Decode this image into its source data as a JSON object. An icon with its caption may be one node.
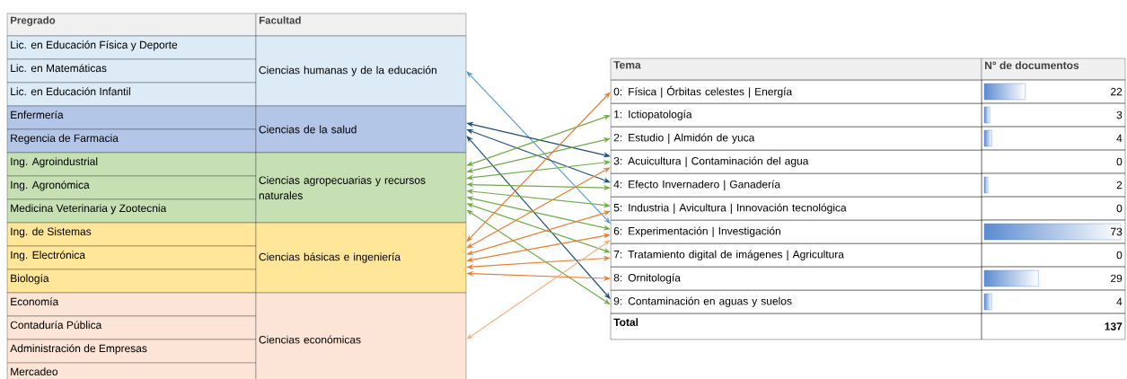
{
  "diagram": {
    "nodes": [
      {
        "text": [
          "Ciencias humanas y de la educación"
        ]
      },
      {
        "text": [
          "Ciencias de la salud"
        ]
      },
      {
        "text": [
          "Ciencias agropecuarias y recursos naturales"
        ]
      },
      {
        "text": [
          "Ciencias básicas e ingeniería"
        ]
      },
      {
        "text": [
          "Ciencias económicas"
        ]
      },
      {
        "text": [
          "0: Física | Órbitas celestes | Energía"
        ]
      },
      {
        "text": [
          "1: Ictiopatología"
        ]
      },
      {
        "text": [
          "2: Estudio | Almidón de yuca"
        ]
      },
      {
        "text": [
          "3: Acuicultura | Contaminación del agua"
        ]
      },
      {
        "text": [
          "4: Efecto Invernadero | Ganadería"
        ]
      },
      {
        "text": [
          "5: Industria | Avicultura | Innovación tecnológica"
        ]
      },
      {
        "text": [
          "6: Experimentación | Investigación"
        ]
      },
      {
        "text": [
          "7: Tratamiento digital de imágenes | Agricultura"
        ]
      },
      {
        "text": [
          "8: Ornitología"
        ]
      },
      {
        "text": [
          "9: Contaminación en aguas y suelos"
        ]
      }
    ],
    "edges": [
      {
        "from": 0,
        "to": 11,
        "arrow": "both",
        "color": "#5b9bd5"
      },
      {
        "from": 1,
        "to": 8,
        "arrow": "both",
        "color": "#1f4e79"
      },
      {
        "from": 1,
        "to": 9,
        "arrow": "both",
        "color": "#1f4e79"
      },
      {
        "from": 1,
        "to": 14,
        "arrow": "both",
        "color": "#1f4e79"
      },
      {
        "from": 2,
        "to": 6,
        "arrow": "both",
        "color": "#70ad47"
      },
      {
        "from": 2,
        "to": 7,
        "arrow": "both",
        "color": "#70ad47"
      },
      {
        "from": 2,
        "to": 8,
        "arrow": "both",
        "color": "#70ad47"
      },
      {
        "from": 2,
        "to": 9,
        "arrow": "both",
        "color": "#70ad47"
      },
      {
        "from": 2,
        "to": 10,
        "arrow": "both",
        "color": "#70ad47"
      },
      {
        "from": 2,
        "to": 11,
        "arrow": "both",
        "color": "#70ad47"
      },
      {
        "from": 2,
        "to": 12,
        "arrow": "both",
        "color": "#70ad47"
      },
      {
        "from": 2,
        "to": 14,
        "arrow": "both",
        "color": "#70ad47"
      },
      {
        "from": 3,
        "to": 5,
        "arrow": "both",
        "color": "#ed7d31"
      },
      {
        "from": 3,
        "to": 8,
        "arrow": "both",
        "color": "#ed7d31"
      },
      {
        "from": 3,
        "to": 10,
        "arrow": "both",
        "color": "#ed7d31"
      },
      {
        "from": 3,
        "to": 11,
        "arrow": "both",
        "color": "#ed7d31"
      },
      {
        "from": 3,
        "to": 12,
        "arrow": "both",
        "color": "#ed7d31"
      },
      {
        "from": 3,
        "to": 13,
        "arrow": "both",
        "color": "#ed7d31"
      },
      {
        "from": 4,
        "to": 11,
        "arrow": "both",
        "color": "#f4b183"
      }
    ],
    "labels": [
      "Pregrado",
      "Facultad",
      "Lic. en Educación Física y Deporte",
      "Lic. en Matemáticas",
      "Lic. en Educación Infantil",
      "Enfermería",
      "Regencia de Farmacia",
      "Ing. Agroindustrial",
      "Ing. Agronómica",
      "Medicina Veterinaria y Zootecnia",
      "Ing. de Sistemas",
      "Ing. Electrónica",
      "Biología",
      "Economía",
      "Contaduría Pública",
      "Administración de Empresas",
      "Mercadeo",
      "Tema",
      "N° de documentos",
      "22",
      "3",
      "4",
      "0",
      "2",
      "0",
      "73",
      "0",
      "29",
      "4",
      "Total",
      "137"
    ]
  }
}
